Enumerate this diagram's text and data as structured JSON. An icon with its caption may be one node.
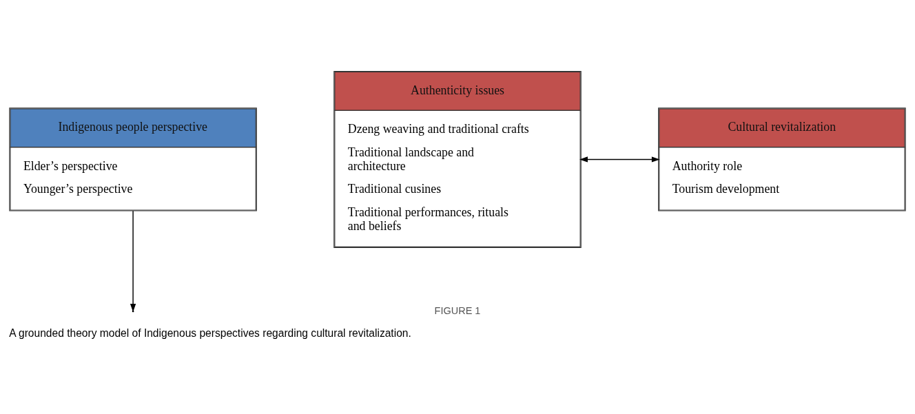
{
  "diagram": {
    "caption": "A grounded theory model of Indigenous perspectives regarding cultural revitalization.",
    "nodes": [
      {
        "text": [
          "Indigenous people perspective",
          "Elder’s perspective",
          "Younger’s perspective"
        ]
      },
      {
        "text": [
          "Authenticity issues",
          "Dzeng weaving and traditional crafts",
          "Traditional landscape and architecture",
          "Traditional cusines",
          "Traditional performances, rituals and beliefs"
        ]
      },
      {
        "text": [
          "Cultural revitalization",
          "Authority role",
          "Tourism development"
        ]
      }
    ],
    "edges": [
      {
        "from": 0,
        "to": null,
        "arrow": "to"
      },
      {
        "from": 1,
        "to": 2,
        "arrow": "both"
      }
    ],
    "labels": [
      "FIGURE 1"
    ]
  }
}
